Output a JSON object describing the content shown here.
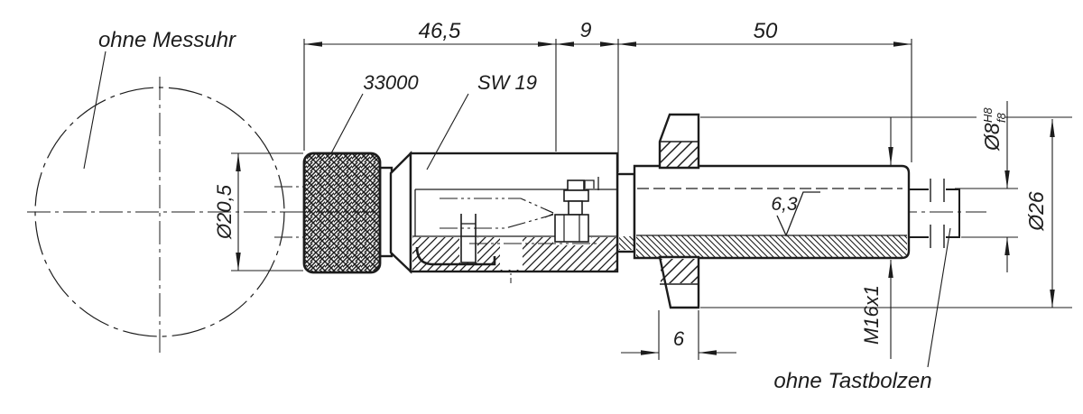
{
  "drawing": {
    "annotations": {
      "without_dial_gauge": "ohne Messuhr",
      "part_number": "33000",
      "wrench_size": "SW 19",
      "surface_roughness": "6,3",
      "without_probe_pin": "ohne Tastbolzen"
    },
    "dimensions": {
      "length_knob_to_hex": "46,5",
      "length_step": "9",
      "length_thread_section": "50",
      "dia_knob": "Ø20,5",
      "dia_probe_bore": "Ø8",
      "fit_upper": "H8",
      "fit_lower": "f8",
      "dia_nut_flange": "Ø26",
      "thread_spec": "M16x1",
      "nut_thickness": "6"
    },
    "colors": {
      "line": "#1c1c1c",
      "background": "#ffffff"
    }
  }
}
